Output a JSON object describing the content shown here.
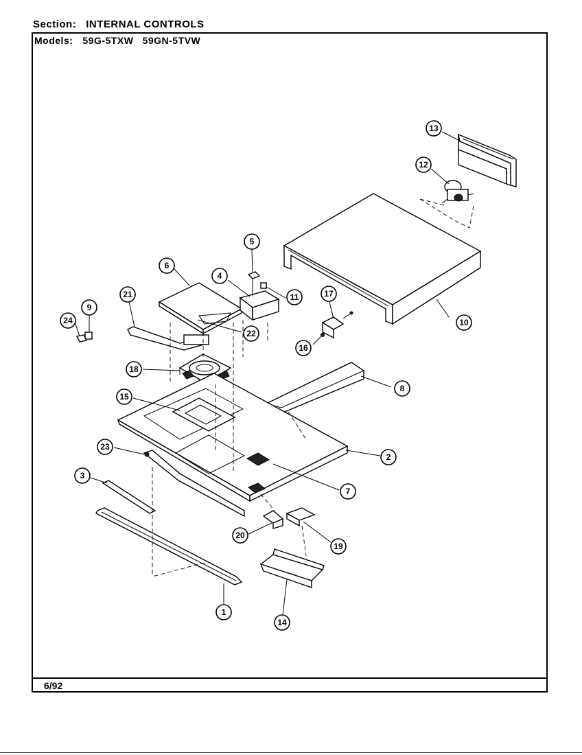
{
  "header": {
    "section_label": "Section:",
    "section_value": "INTERNAL CONTROLS",
    "models_label": "Models:",
    "models_value": "59G-5TXW   59GN-5TVW"
  },
  "footer": {
    "date": "6/92"
  },
  "callouts": [
    "1",
    "2",
    "3",
    "4",
    "5",
    "6",
    "7",
    "8",
    "9",
    "10",
    "11",
    "12",
    "13",
    "14",
    "15",
    "16",
    "17",
    "18",
    "19",
    "20",
    "21",
    "22",
    "23",
    "24"
  ]
}
